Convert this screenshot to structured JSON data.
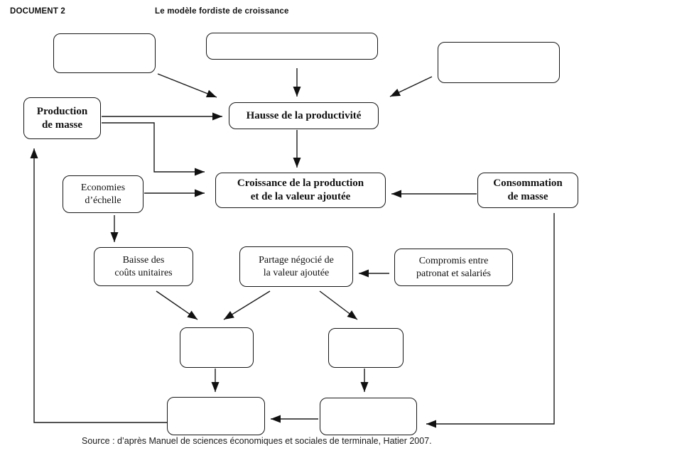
{
  "header": {
    "doc_label": "DOCUMENT 2",
    "title": "Le modèle fordiste de croissance"
  },
  "boxes": {
    "production": {
      "line1": "Production",
      "line2": "de masse"
    },
    "hausse": {
      "line1": "Hausse de la productivité"
    },
    "croissance": {
      "line1": "Croissance de la production",
      "line2": "et de la valeur ajoutée"
    },
    "consommation": {
      "line1": "Consommation",
      "line2": "de masse"
    },
    "economies": {
      "line1": "Economies",
      "line2": "d’échelle"
    },
    "baisse": {
      "line1": "Baisse des",
      "line2": "coûts unitaires"
    },
    "partage": {
      "line1": "Partage négocié de",
      "line2": "la valeur ajoutée"
    },
    "compromis": {
      "line1": "Compromis entre",
      "line2": "patronat et salariés"
    },
    "empty_count": 7
  },
  "source_line": "Source : d’après Manuel de sciences économiques et sociales de terminale, Hatier 2007.",
  "colors": {
    "line": "#1a1a1a",
    "box_border": "#161616",
    "background": "#ffffff"
  }
}
